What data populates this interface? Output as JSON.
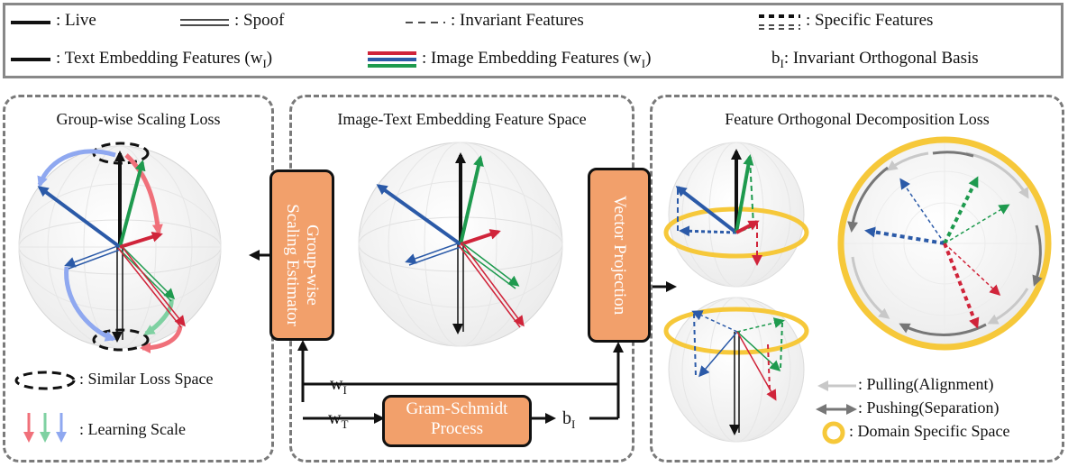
{
  "legend": {
    "live": ": Live",
    "spoof": ": Spoof",
    "invariant": ": Invariant Features",
    "specific": ": Specific Features",
    "text_embedding": ": Text Embedding Features (w",
    "text_embedding_sub": "I",
    "text_embedding_close": ")",
    "image_embedding": ": Image Embedding Features (w",
    "image_embedding_sub": "I",
    "image_embedding_close": ")",
    "basis_symbol": "b",
    "basis_sub": "I",
    "basis_label": ": Invariant Orthogonal Basis"
  },
  "left_panel": {
    "title": "Group-wise Scaling Loss",
    "similar_loss": ": Similar Loss Space",
    "learning_scale": ": Learning Scale"
  },
  "middle_panel": {
    "title": "Image-Text Embedding Feature Space",
    "estimator_line1": "Group-wise",
    "estimator_line2": "Scaling Estimator",
    "projection": "Vector Projection",
    "gram_line1": "Gram-Schmidt",
    "gram_line2": "Process",
    "wi": "w",
    "wi_sub": "I",
    "wt": "w",
    "wt_sub": "T",
    "bi": "b",
    "bi_sub": "I"
  },
  "right_panel": {
    "title": "Feature Orthogonal Decomposition Loss",
    "pulling": ": Pulling(Alignment)",
    "pushing": ": Pushing(Separation)",
    "domain": ": Domain Specific Space"
  },
  "colors": {
    "blue": "#2b5aa8",
    "red": "#d0243a",
    "green": "#1e9a4e",
    "orange": "#f2a06b",
    "yellow": "#f6c83a",
    "gray": "#8a8a8a"
  }
}
